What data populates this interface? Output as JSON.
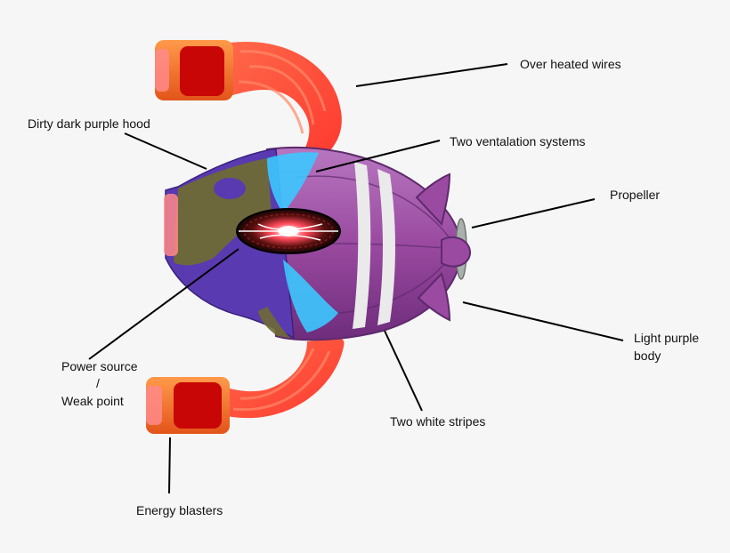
{
  "labels": {
    "over_heated_wires": "Over heated wires",
    "dirty_hood": "Dirty dark purple hood",
    "ventilation": "Two ventalation systems",
    "propeller": "Propeller",
    "light_purple_body_line1": "Light purple",
    "light_purple_body_line2": "body",
    "power_source": "Power source",
    "slash": "/",
    "weak_point": "Weak point",
    "white_stripes": "Two white stripes",
    "energy_blasters": "Energy blasters"
  },
  "colors": {
    "background": "#f6f6f6",
    "light_purple_body": "#9a4aa0",
    "dark_purple_hood": "#5a3ab0",
    "dirty_olive": "#6f6a35",
    "white_stripe": "#e8e8e8",
    "blaster_orange": "#f07a2a",
    "blaster_red": "#cc0000",
    "wire_red": "#ff3b2a",
    "vent_cyan": "#3cc8ff",
    "propeller_gray": "#a9b1ac"
  }
}
